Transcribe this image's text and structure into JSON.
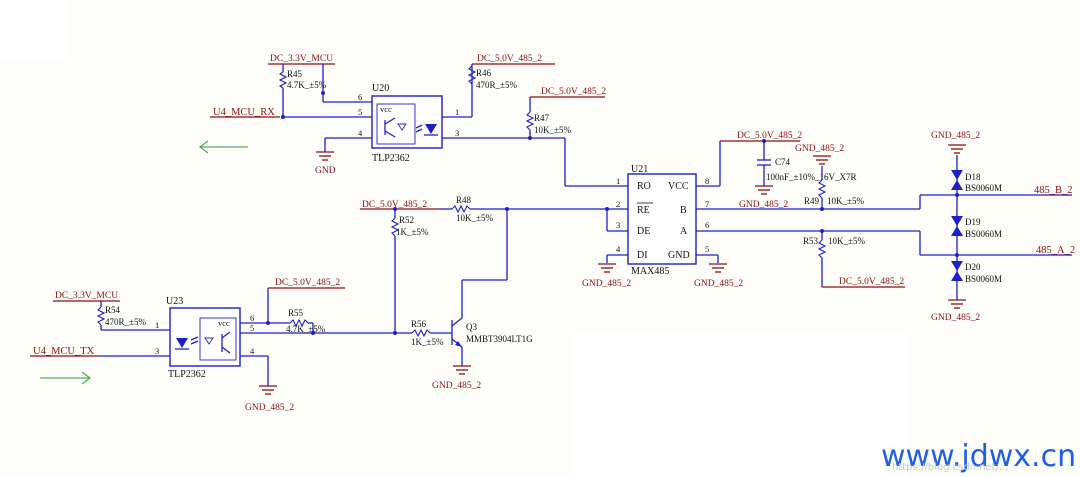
{
  "nets": {
    "u4_rx": "U4_MCU_RX",
    "u4_tx": "U4_MCU_TX",
    "dc33_top": "DC_3.3V_MCU",
    "dc33_bot": "DC_3.3V_MCU",
    "dc50_r46": "DC_5.0V_485_2",
    "dc50_r47": "DC_5.0V_485_2",
    "dc50_vcc": "DC_5.0V_485_2",
    "dc50_r52": "DC_5.0V_485_2",
    "dc50_r55": "DC_5.0V_485_2",
    "dc50_r53": "DC_5.0V_485_2",
    "gnd_u20": "GND",
    "gnd485_u23": "GND_485_2",
    "gnd485_q3": "GND_485_2",
    "gnd485_u21di": "GND_485_2",
    "gnd485_u21gnd": "GND_485_2",
    "gnd485_c74": "GND_485_2",
    "gnd485_c74b": "GND_485_2",
    "gnd485_d18": "GND_485_2",
    "gnd485_d20": "GND_485_2",
    "bus_b": "485_B_2",
    "bus_a": "485_A_2"
  },
  "components": {
    "r45": {
      "ref": "R45",
      "value": "4.7K_±5%"
    },
    "r46": {
      "ref": "R46",
      "value": "470R_±5%"
    },
    "r47": {
      "ref": "R47",
      "value": "10K_±5%"
    },
    "r48": {
      "ref": "R48",
      "value": "10K_±5%"
    },
    "r49": {
      "ref": "R49",
      "value": "10K_±5%"
    },
    "r52": {
      "ref": "R52",
      "value": "1K_±5%"
    },
    "r53": {
      "ref": "R53",
      "value": "10K_±5%"
    },
    "r54": {
      "ref": "R54",
      "value": "470R_±5%"
    },
    "r55": {
      "ref": "R55",
      "value": "4.7K_±5%"
    },
    "r56": {
      "ref": "R56",
      "value": "1K_±5%"
    },
    "c74": {
      "ref": "C74",
      "value": "100nF_±10%_16V_X7R"
    },
    "u20": {
      "ref": "U20",
      "part": "TLP2362",
      "vcc": "vcc"
    },
    "u23": {
      "ref": "U23",
      "part": "TLP2362",
      "vcc": "vcc"
    },
    "u21": {
      "ref": "U21",
      "part": "MAX485"
    },
    "q3": {
      "ref": "Q3",
      "part": "MMBT3904LT1G"
    },
    "d18": {
      "ref": "D18",
      "part": "BS0060M"
    },
    "d19": {
      "ref": "D19",
      "part": "BS0060M"
    },
    "d20": {
      "ref": "D20",
      "part": "BS0060M"
    }
  },
  "u20_pins": {
    "p6": "6",
    "p5": "5",
    "p4": "4",
    "p1": "1",
    "p3": "3"
  },
  "u23_pins": {
    "p1": "1",
    "p3": "3",
    "p6": "6",
    "p5": "5",
    "p4": "4"
  },
  "u21_pins": {
    "ro": "RO",
    "re": "RE",
    "de": "DE",
    "di": "DI",
    "vcc": "VCC",
    "b": "B",
    "a": "A",
    "gnd": "GND",
    "n1": "1",
    "n2": "2",
    "n3": "3",
    "n4": "4",
    "n5": "5",
    "n6": "6",
    "n7": "7",
    "n8": "8"
  },
  "watermark": {
    "site": "www.jdwx.cn",
    "small": "https://blog.csdn.net/..."
  },
  "colors": {
    "wire": "#1f1fc8",
    "power": "#8a1010",
    "arrow": "#4caf50",
    "watermark": "#1f5fe6"
  }
}
